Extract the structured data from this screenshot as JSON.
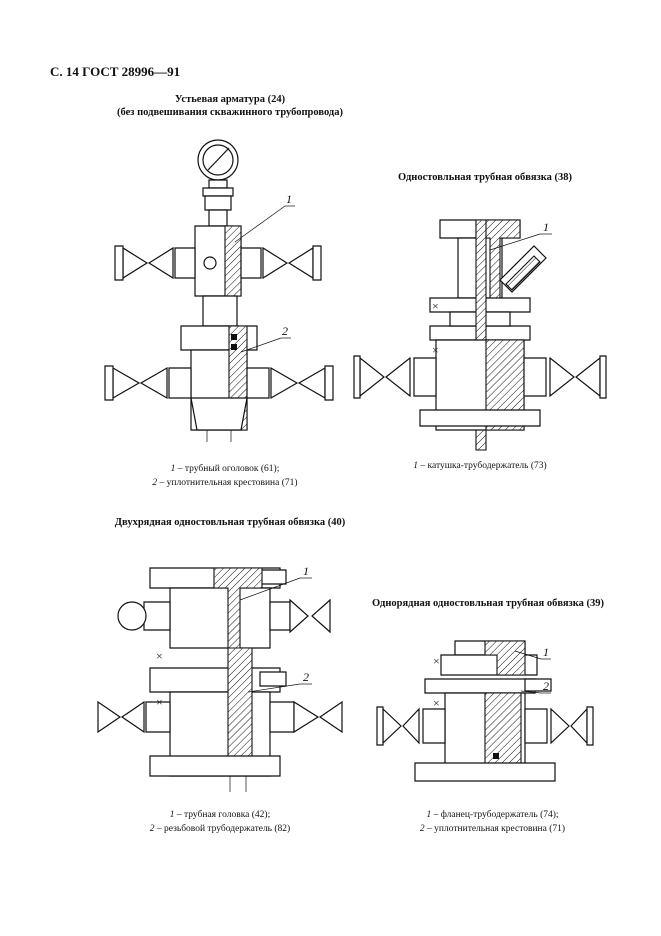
{
  "header": "С. 14 ГОСТ 28996—91",
  "fig1": {
    "title_line1": "Устьевая арматура (24)",
    "title_line2": "(без подвешивания скважинного трубопровода)",
    "callout1": "1",
    "callout2": "2",
    "caption1_num": "1",
    "caption1_text": " – трубный оголовок (61);",
    "caption2_num": "2",
    "caption2_text": " – уплотнительная крестовина (71)"
  },
  "fig2": {
    "title": "Одностовльная трубная обвязка (38)",
    "callout1": "1",
    "caption1_num": "1",
    "caption1_text": " – катушка-трубодержатель (73)"
  },
  "fig3": {
    "title": "Двухрядная одностовльная трубная обвязка (40)",
    "callout1": "1",
    "callout2": "2",
    "caption1_num": "1",
    "caption1_text": " – трубная головка (42);",
    "caption2_num": "2",
    "caption2_text": " – резьбовой трубодержатель (82)"
  },
  "fig4": {
    "title": "Однорядная одностовльная трубная обвязка (39)",
    "callout1": "1",
    "callout2": "2",
    "caption1_num": "1",
    "caption1_text": " – фланец-трубодержатель (74);",
    "caption2_num": "2",
    "caption2_text": " – уплотнительная крестовина (71)"
  }
}
